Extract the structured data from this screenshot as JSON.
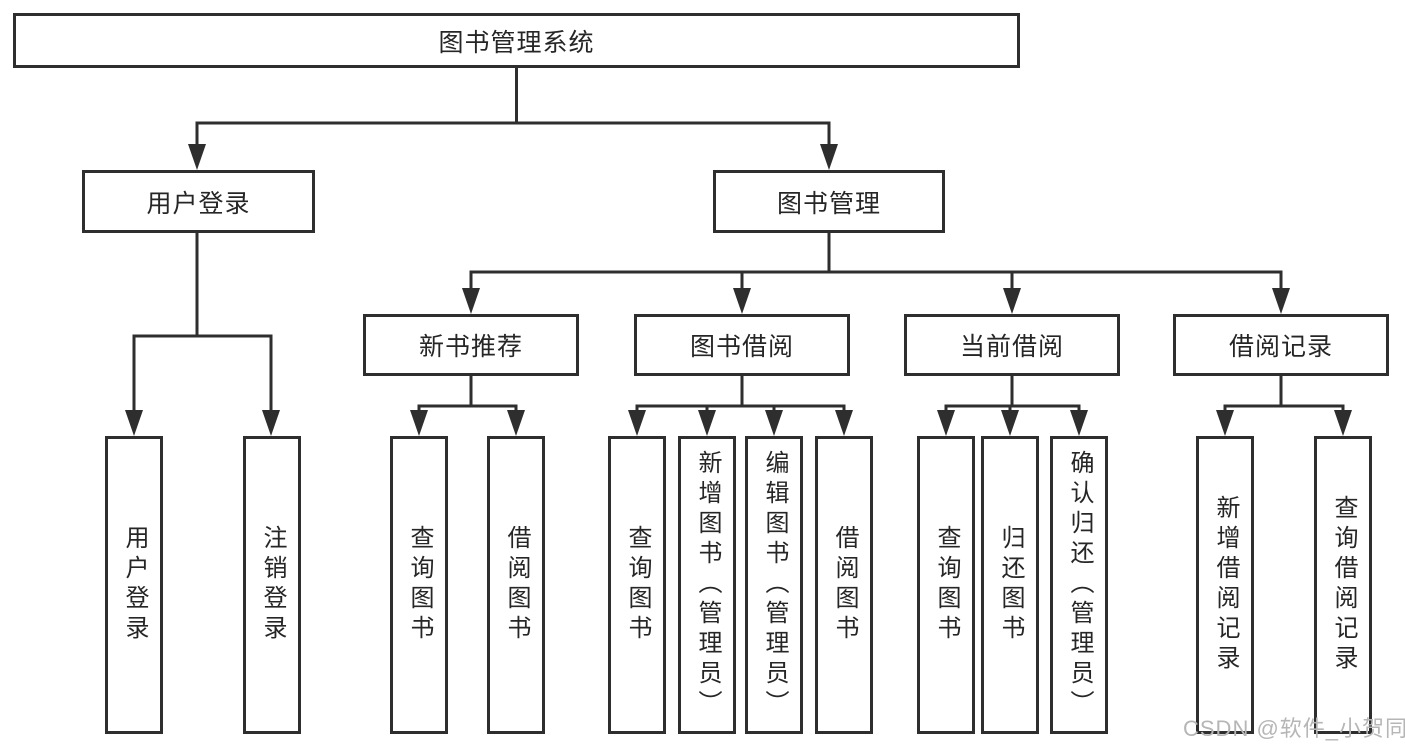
{
  "diagram": {
    "root": {
      "label": "图书管理系统"
    },
    "branches": [
      {
        "label": "用户登录",
        "children": [
          {
            "label": "用户登录"
          },
          {
            "label": "注销登录"
          }
        ]
      },
      {
        "label": "图书管理",
        "children": [
          {
            "label": "新书推荐",
            "children": [
              {
                "label": "查询图书"
              },
              {
                "label": "借阅图书"
              }
            ]
          },
          {
            "label": "图书借阅",
            "children": [
              {
                "label": "查询图书"
              },
              {
                "label": "新增图书（管理员）"
              },
              {
                "label": "编辑图书（管理员）"
              },
              {
                "label": "借阅图书"
              }
            ]
          },
          {
            "label": "当前借阅",
            "children": [
              {
                "label": "查询图书"
              },
              {
                "label": "归还图书"
              },
              {
                "label": "确认归还（管理员）"
              }
            ]
          },
          {
            "label": "借阅记录",
            "children": [
              {
                "label": "新增借阅记录"
              },
              {
                "label": "查询借阅记录"
              }
            ]
          }
        ]
      }
    ]
  },
  "watermark": {
    "text": "CSDN @软件_小贺同学"
  },
  "colors": {
    "line": "#2e2e2e",
    "text": "#262626",
    "watermark": "#b6b6b6",
    "background": "#ffffff"
  }
}
